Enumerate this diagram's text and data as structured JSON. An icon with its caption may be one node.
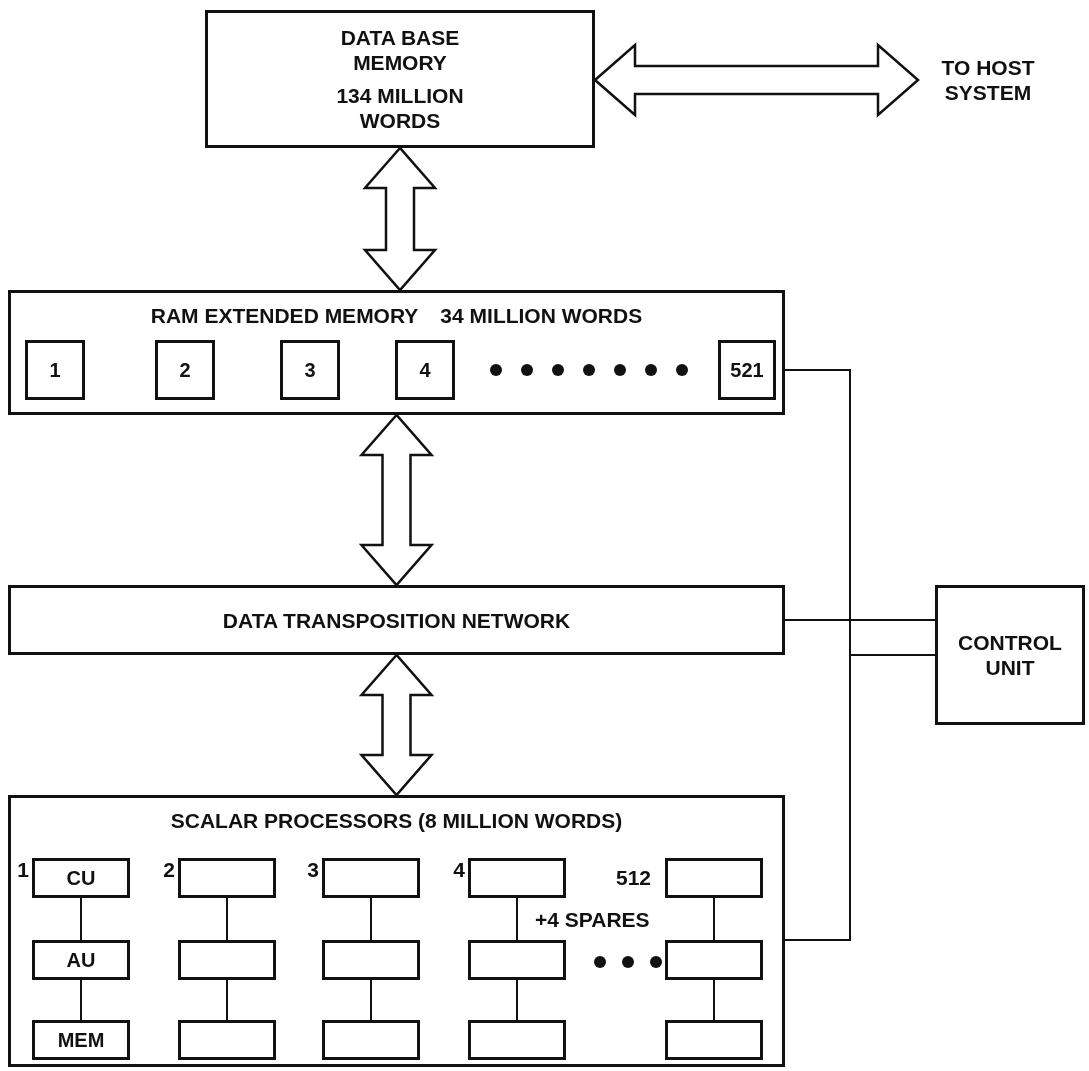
{
  "diagram": {
    "nodes": [
      {
        "text": [
          "DATA BASE MEMORY",
          "134 MILLION WORDS"
        ]
      },
      {
        "text": [
          "TO HOST SYSTEM"
        ]
      },
      {
        "text": [
          "RAM EXTENDED MEMORY",
          "34 MILLION WORDS"
        ]
      },
      {
        "text": [
          "1"
        ],
        "in": 2
      },
      {
        "text": [
          "2"
        ],
        "in": 2
      },
      {
        "text": [
          "3"
        ],
        "in": 2
      },
      {
        "text": [
          "4"
        ],
        "in": 2
      },
      {
        "text": [
          "521"
        ],
        "in": 2
      },
      {
        "text": [
          "DATA TRANSPOSITION NETWORK"
        ]
      },
      {
        "text": [
          "CONTROL UNIT"
        ]
      },
      {
        "text": [
          "SCALAR PROCESSORS  (8 MILLION WORDS)"
        ]
      },
      {
        "text": [
          "CU"
        ],
        "in": 10,
        "beside": [
          "1"
        ]
      },
      {
        "text": [],
        "shape": "box",
        "in": 10,
        "beside": [
          "2"
        ]
      },
      {
        "text": [],
        "shape": "box",
        "in": 10,
        "beside": [
          "3"
        ]
      },
      {
        "text": [],
        "shape": "box",
        "in": 10,
        "beside": [
          "4"
        ]
      },
      {
        "text": [],
        "shape": "box",
        "in": 10,
        "beside": [
          "512"
        ]
      },
      {
        "text": [
          "AU"
        ],
        "in": 10
      },
      {
        "text": [],
        "shape": "box",
        "in": 10
      },
      {
        "text": [],
        "shape": "box",
        "in": 10
      },
      {
        "text": [],
        "shape": "box",
        "in": 10
      },
      {
        "text": [],
        "shape": "box",
        "in": 10
      },
      {
        "text": [
          "MEM"
        ],
        "in": 10
      },
      {
        "text": [],
        "shape": "box",
        "in": 10
      },
      {
        "text": [],
        "shape": "box",
        "in": 10
      },
      {
        "text": [],
        "shape": "box",
        "in": 10
      },
      {
        "text": [],
        "shape": "box",
        "in": 10
      }
    ],
    "edges": [
      {
        "from": 0,
        "to": 1,
        "arrow": "both",
        "style": "thick"
      },
      {
        "from": 0,
        "to": 2,
        "arrow": "both",
        "style": "thick"
      },
      {
        "from": 2,
        "to": 8,
        "arrow": "both",
        "style": "thick"
      },
      {
        "from": 8,
        "to": 10,
        "arrow": "both",
        "style": "thick"
      },
      {
        "from": 2,
        "to": 9,
        "arrow": "none"
      },
      {
        "from": 8,
        "to": 9,
        "arrow": "none"
      },
      {
        "from": 10,
        "to": 9,
        "arrow": "none"
      },
      {
        "from": 11,
        "to": 16,
        "arrow": "none"
      },
      {
        "from": 16,
        "to": 21,
        "arrow": "none"
      },
      {
        "from": 12,
        "to": 17,
        "arrow": "none"
      },
      {
        "from": 17,
        "to": 22,
        "arrow": "none"
      },
      {
        "from": 13,
        "to": 18,
        "arrow": "none"
      },
      {
        "from": 18,
        "to": 23,
        "arrow": "none"
      },
      {
        "from": 14,
        "to": 19,
        "arrow": "none"
      },
      {
        "from": 19,
        "to": 24,
        "arrow": "none"
      },
      {
        "from": 15,
        "to": 20,
        "arrow": "none"
      },
      {
        "from": 20,
        "to": 25,
        "arrow": "none"
      }
    ],
    "labels": [
      "+4 SPARES"
    ]
  }
}
